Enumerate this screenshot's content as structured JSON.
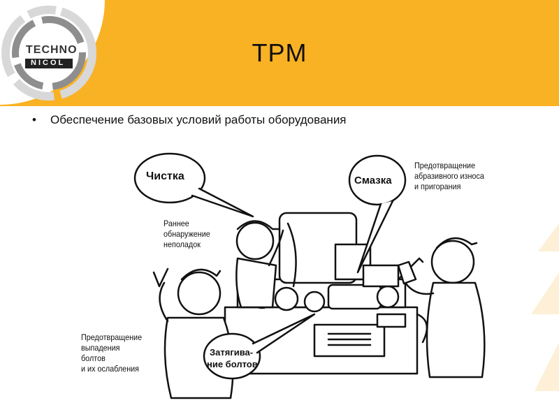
{
  "logo": {
    "line1": "TECHNO",
    "line2": "NICOL"
  },
  "title": "TPM",
  "bullet": "Обеспечение базовых условий работы оборудования",
  "bubbles": {
    "cleaning": "Чистка",
    "lubrication": "Смазка",
    "tightening_1": "Затягива-",
    "tightening_2": "ние болтов"
  },
  "notes": {
    "early_detection": "Раннее\nобнаружение\nнеполадок",
    "abrasion": "Предотвращение\nабразивного износа\nи пригорания",
    "bolts": "Предотвращение\nвыпадения\nболтов\nи их ослабления"
  },
  "colors": {
    "header": "#f9b224",
    "logo_gray": "#9a9a9a",
    "logo_dark": "#222222"
  }
}
